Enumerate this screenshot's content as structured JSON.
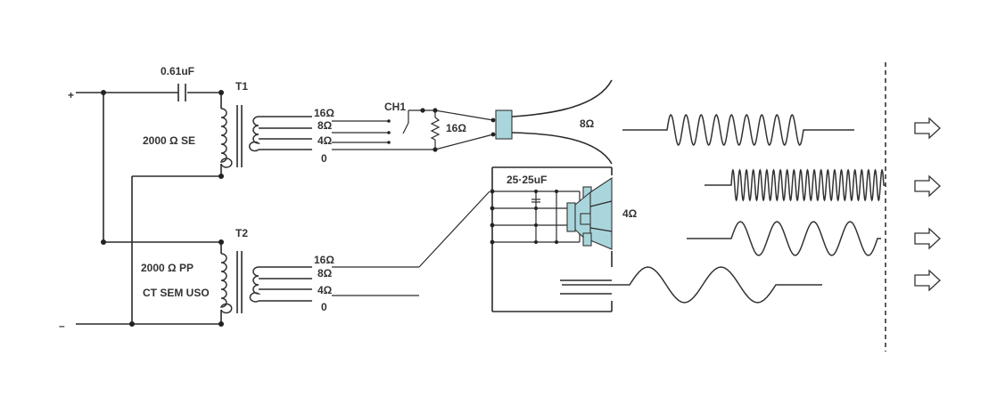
{
  "colors": {
    "wire": "#2a2a2a",
    "speaker_fill": "#a9d6dc",
    "background": "#ffffff"
  },
  "labels": {
    "plus": "+",
    "minus": "–",
    "cap_value": "0.61uF",
    "t1": "T1",
    "t1_desc": "2000 Ω  SE",
    "t2": "T2",
    "t2_desc1": "2000 Ω  PP",
    "t2_desc2": "CT SEM USO",
    "ch1": "CH1",
    "res_16": "16Ω",
    "spk_8": "8Ω",
    "xover_cap": "25·25uF",
    "spk_4": "4Ω"
  },
  "taps_t1": [
    "16Ω",
    "8Ω",
    "4Ω",
    "0"
  ],
  "taps_t2": [
    "16Ω",
    "8Ω",
    "4Ω",
    "0"
  ],
  "icons": [
    "capacitor-icon",
    "transformer-icon",
    "resistor-icon",
    "switch-icon",
    "speaker-icon",
    "arrow-right-icon"
  ]
}
